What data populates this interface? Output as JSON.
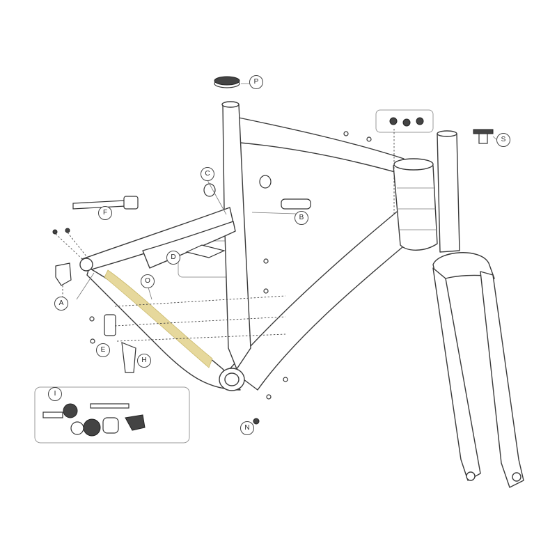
{
  "diagram": {
    "title": "Bicycle frame and fork exploded parts diagram",
    "callouts": {
      "P": "P",
      "S": "S",
      "C": "C",
      "B": "B",
      "F": "F",
      "D": "D",
      "O": "O",
      "A": "A",
      "E": "E",
      "H": "H",
      "I": "I",
      "N": "N"
    },
    "colors": {
      "line": "#3a3a3a",
      "highlight": "#e6d89c",
      "box": "#999999"
    }
  }
}
